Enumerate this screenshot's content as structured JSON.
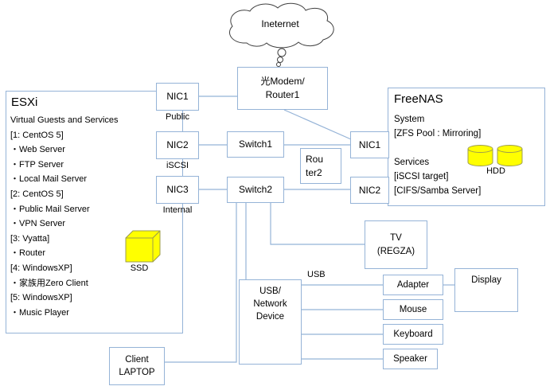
{
  "diagram": {
    "cloud": {
      "label": "Ineternet"
    },
    "modem": {
      "line1": "光Modem/",
      "line2": "Router1"
    },
    "esxi": {
      "title": "ESXi",
      "subtitle": "Virtual Guests and Services",
      "items": [
        "[1: CentOS 5]",
        "・Web Server",
        "・FTP  Server",
        "・Local Mail Server",
        "[2: CentOS 5]",
        "・Public Mail Server",
        "・VPN Server",
        "[3: Vyatta]",
        "・Router",
        "[4: WindowsXP]",
        "・家族用Zero Client",
        "[5: WindowsXP]",
        "・Music Player"
      ],
      "ssd_label": "SSD"
    },
    "esxi_nics": [
      {
        "label": "NIC1",
        "tag": "Public"
      },
      {
        "label": "NIC2",
        "tag": "iSCSI"
      },
      {
        "label": "NIC3",
        "tag": "Internal"
      }
    ],
    "switch1": "Switch1",
    "switch2": "Switch2",
    "router2": {
      "line1": "Rou",
      "line2": "ter2"
    },
    "freenas": {
      "title": "FreeNAS",
      "system": "System",
      "zfs_pool": "[ZFS Pool : Mirroring]",
      "hdd_label": "HDD",
      "services": "Services",
      "iscsi_target": "[iSCSI target]",
      "cifs": "[CIFS/Samba Server]",
      "nic1": "NIC1",
      "nic2": "NIC2"
    },
    "tv": {
      "line1": "TV",
      "line2": "(REGZA)"
    },
    "usb_device": {
      "line1": "USB/",
      "line2": "Network",
      "line3": "Device"
    },
    "usb_bus_label": "USB",
    "adapter": "Adapter",
    "mouse": "Mouse",
    "keyboard": "Keyboard",
    "speaker": "Speaker",
    "display": "Display",
    "laptop": {
      "line1": "Client",
      "line2": "LAPTOP"
    }
  },
  "colors": {
    "connector": "#95b3d7",
    "box_border": "#95b3d7",
    "device_yellow": "#ffff00",
    "device_yellow_border": "#9c9c4e",
    "cloud_outline": "#404040",
    "text": "#000000"
  }
}
